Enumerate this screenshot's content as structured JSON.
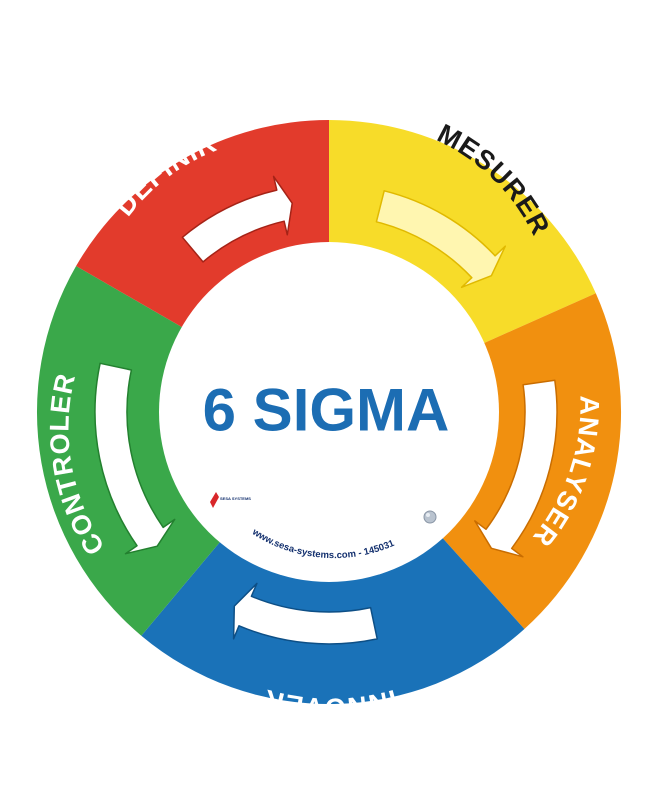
{
  "center": {
    "title": "6 SIGMA"
  },
  "segments": [
    {
      "id": "mesurer",
      "label": "MESURER",
      "color": "#f7dc29",
      "text_color": "#1a1a1a",
      "arrow_fill": "#fff6b0",
      "arrow_stroke": "#e0b900"
    },
    {
      "id": "analyser",
      "label": "ANALYSER",
      "color": "#f1900f",
      "text_color": "#ffffff",
      "arrow_fill": "#ffffff",
      "arrow_stroke": "#c96d00"
    },
    {
      "id": "innover",
      "label": "INNOVER",
      "color": "#1a72b8",
      "text_color": "#ffffff",
      "arrow_fill": "#ffffff",
      "arrow_stroke": "#0d4f86"
    },
    {
      "id": "controler",
      "label": "CONTROLER",
      "color": "#3aa84a",
      "text_color": "#ffffff",
      "arrow_fill": "#ffffff",
      "arrow_stroke": "#23802f"
    },
    {
      "id": "definir",
      "label": "DEFINIR",
      "color": "#e23b2c",
      "text_color": "#ffffff",
      "arrow_fill": "#ffffff",
      "arrow_stroke": "#a52317"
    }
  ],
  "footer": {
    "url": "www.sesa-systems.com - 145031",
    "logo_text": "SESA SYSTEMS"
  },
  "colors": {
    "title_blue": "#1c6db3",
    "url_blue": "#13306e"
  }
}
